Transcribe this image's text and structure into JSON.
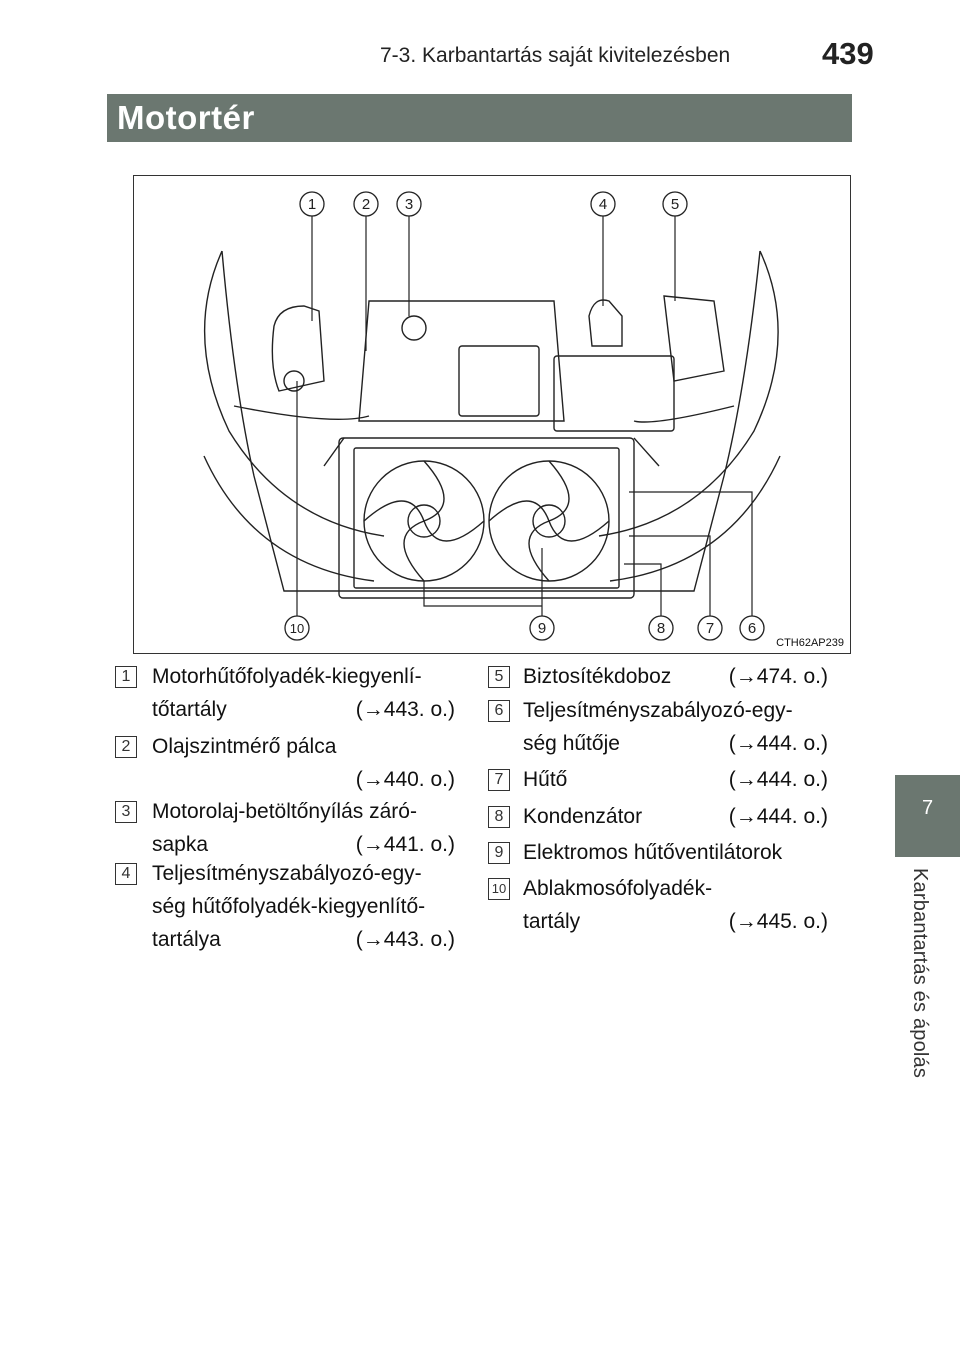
{
  "header": {
    "section": "7-3. Karbantartás saját kivitelezésben",
    "page_number": "439"
  },
  "side_tab": {
    "chapter": "7",
    "label": "Karbantartás és ápolás"
  },
  "title": "Motortér",
  "figure": {
    "image_code": "CTH62AP239",
    "callouts": [
      "1",
      "2",
      "3",
      "4",
      "5",
      "6",
      "7",
      "8",
      "9",
      "10"
    ]
  },
  "legend": [
    {
      "num": "1",
      "lines": [
        "Motorhűtőfolyadék-kiegyenlí-",
        "tőtartály"
      ],
      "ref": "(→443. o.)"
    },
    {
      "num": "2",
      "lines": [
        "Olajszintmérő pálca",
        ""
      ],
      "ref": "(→440. o.)"
    },
    {
      "num": "3",
      "lines": [
        "Motorolaj-betöltőnyílás záró-",
        "sapka"
      ],
      "ref": "(→441. o.)"
    },
    {
      "num": "4",
      "lines": [
        "Teljesítményszabályozó-egy-",
        "ség hűtőfolyadék-kiegyenlítő-",
        "tartálya"
      ],
      "ref": "(→443. o.)"
    },
    {
      "num": "5",
      "lines": [
        "Biztosítékdoboz"
      ],
      "ref": "(→474. o.)"
    },
    {
      "num": "6",
      "lines": [
        "Teljesítményszabályozó-egy-",
        "ség hűtője"
      ],
      "ref": "(→444. o.)"
    },
    {
      "num": "7",
      "lines": [
        "Hűtő"
      ],
      "ref": "(→444. o.)"
    },
    {
      "num": "8",
      "lines": [
        "Kondenzátor"
      ],
      "ref": "(→444. o.)"
    },
    {
      "num": "9",
      "lines": [
        "Elektromos hűtőventilátorok"
      ],
      "ref": ""
    },
    {
      "num": "10",
      "lines": [
        "Ablakmosófolyadék-",
        "tartály"
      ],
      "ref": "(→445. o.)"
    }
  ]
}
